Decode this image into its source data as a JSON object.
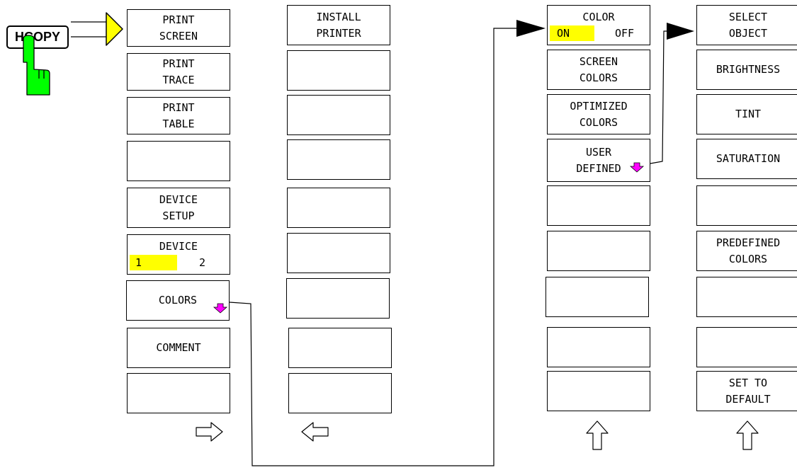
{
  "hardkey": {
    "label": "HCOPY"
  },
  "col1": {
    "print_screen": [
      "PRINT",
      "SCREEN"
    ],
    "print_trace": [
      "PRINT",
      "TRACE"
    ],
    "print_table": [
      "PRINT",
      "TABLE"
    ],
    "device_setup": [
      "DEVICE",
      "SETUP"
    ],
    "device": {
      "title": "DEVICE",
      "opt1": "1",
      "opt2": "2"
    },
    "colors": "COLORS",
    "comment": "COMMENT"
  },
  "col2": {
    "install_printer": [
      "INSTALL",
      "PRINTER"
    ]
  },
  "col3": {
    "color": {
      "title": "COLOR",
      "on": "ON",
      "off": "OFF"
    },
    "screen_colors": [
      "SCREEN",
      "COLORS"
    ],
    "optimized_colors": [
      "OPTIMIZED",
      "COLORS"
    ],
    "user_defined": [
      "USER",
      "DEFINED"
    ]
  },
  "col4": {
    "select_object": [
      "SELECT",
      "OBJECT"
    ],
    "brightness": "BRIGHTNESS",
    "tint": "TINT",
    "saturation": "SATURATION",
    "predefined_colors": [
      "PREDEFINED",
      "COLORS"
    ],
    "set_to_default": [
      "SET TO",
      "DEFAULT"
    ]
  },
  "colors": {
    "highlight": "#ffff00",
    "submenu_marker": "#ff00ff",
    "hand": "#00ff00",
    "arrow": "#ffff00"
  },
  "icons": [
    "pointing-hand-icon",
    "right-arrow-icon",
    "submenu-arrow-icon",
    "next-page-arrow-icon",
    "prev-page-arrow-icon",
    "up-arrow-icon"
  ]
}
